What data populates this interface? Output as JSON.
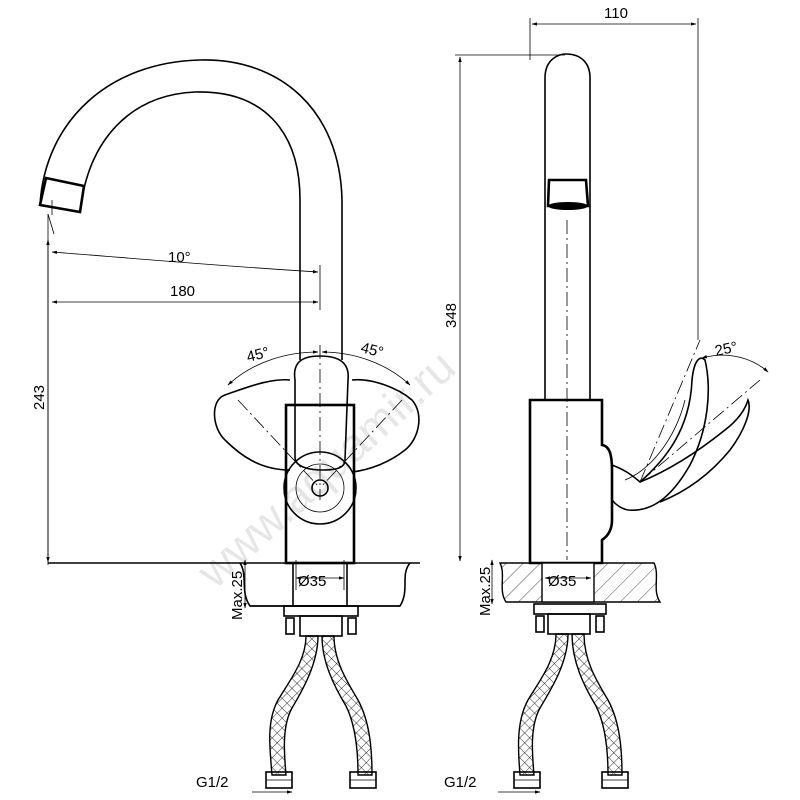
{
  "drawing": {
    "front_view": {
      "angle_spout": "10°",
      "reach": "180",
      "height": "243",
      "handle_angle_left": "45°",
      "handle_angle_right": "45°",
      "max_thickness": "Max.25",
      "base_diameter": "Ø35",
      "thread": "G1/2"
    },
    "side_view": {
      "depth": "110",
      "total_height": "348",
      "handle_angle": "25°",
      "max_thickness": "Max.25",
      "base_diameter": "Ø35",
      "thread": "G1/2"
    },
    "watermark": "www.aquamir.ru"
  }
}
